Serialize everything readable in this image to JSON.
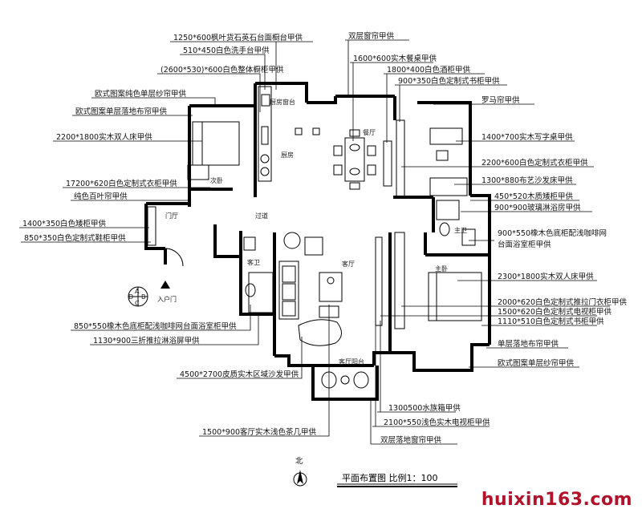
{
  "labels_left": [
    "1250*600枫叶货石英石台面橱台甲供",
    "510*450白色洗手台甲供",
    "(2600*530)*600白色整体橱柜甲供",
    "欧式图案纯色单层纱帘甲供",
    "欧式图案单层落地布帘甲供",
    "2200*1800实木双人床甲供",
    "17200*620白色定制式衣柜甲供",
    "纯色百叶帘甲供",
    "1400*350白色矮柜甲供",
    "850*350白色定制式鞋柜甲供",
    "850*550橡木色底柜配浅咖啡网台面浴室柜甲供",
    "1130*900三折推拉淋浴屏甲供",
    "4500*2700皮质实木区域沙发甲供",
    "1500*900客厅实木浅色茶几甲供"
  ],
  "labels_right": [
    "双层窗帘甲供",
    "1600*600实木餐桌甲供",
    "1800*400白色酒柜甲供",
    "900*350白色定制式书柜甲供",
    "罗马帘甲供",
    "1400*700实木写字桌甲供",
    "2200*600白色定制式衣柜甲供",
    "1300*880布艺沙发床甲供",
    "450*520木质矮柜甲供",
    "900*900玻璃淋浴房甲供",
    "900*550橡木色底柜配浅咖啡网",
    "台面浴室柜甲供",
    "2300*1800实木双人床甲供",
    "2000*620白色定制式推拉门衣柜甲供",
    "1500*620白色定制式电视柜甲供",
    "1110*510白色定制式书柜甲供",
    "单层落地布帘甲供",
    "欧式图案单层纱帘甲供",
    "1300500水族箱甲供",
    "2100*550浅色实木电视柜甲供",
    "双层落地窗帘甲供"
  ],
  "rooms": {
    "kitchen_window": "厨房窗台",
    "kitchen": "厨房",
    "dining": "餐厅",
    "second_bedroom": "次卧",
    "hall_entry": "门厅",
    "corridor": "过道",
    "guest_bath": "客卫",
    "living": "客厅",
    "main_bath": "主卫",
    "master_bedroom": "主卧",
    "balcony": "客厅阳台"
  },
  "compass": {
    "north": "北",
    "letters": [
      "A",
      "B",
      "C",
      "D"
    ],
    "entrance": "入户门"
  },
  "title": "平面布置图  比例1：100",
  "watermark": "huixin163.com"
}
